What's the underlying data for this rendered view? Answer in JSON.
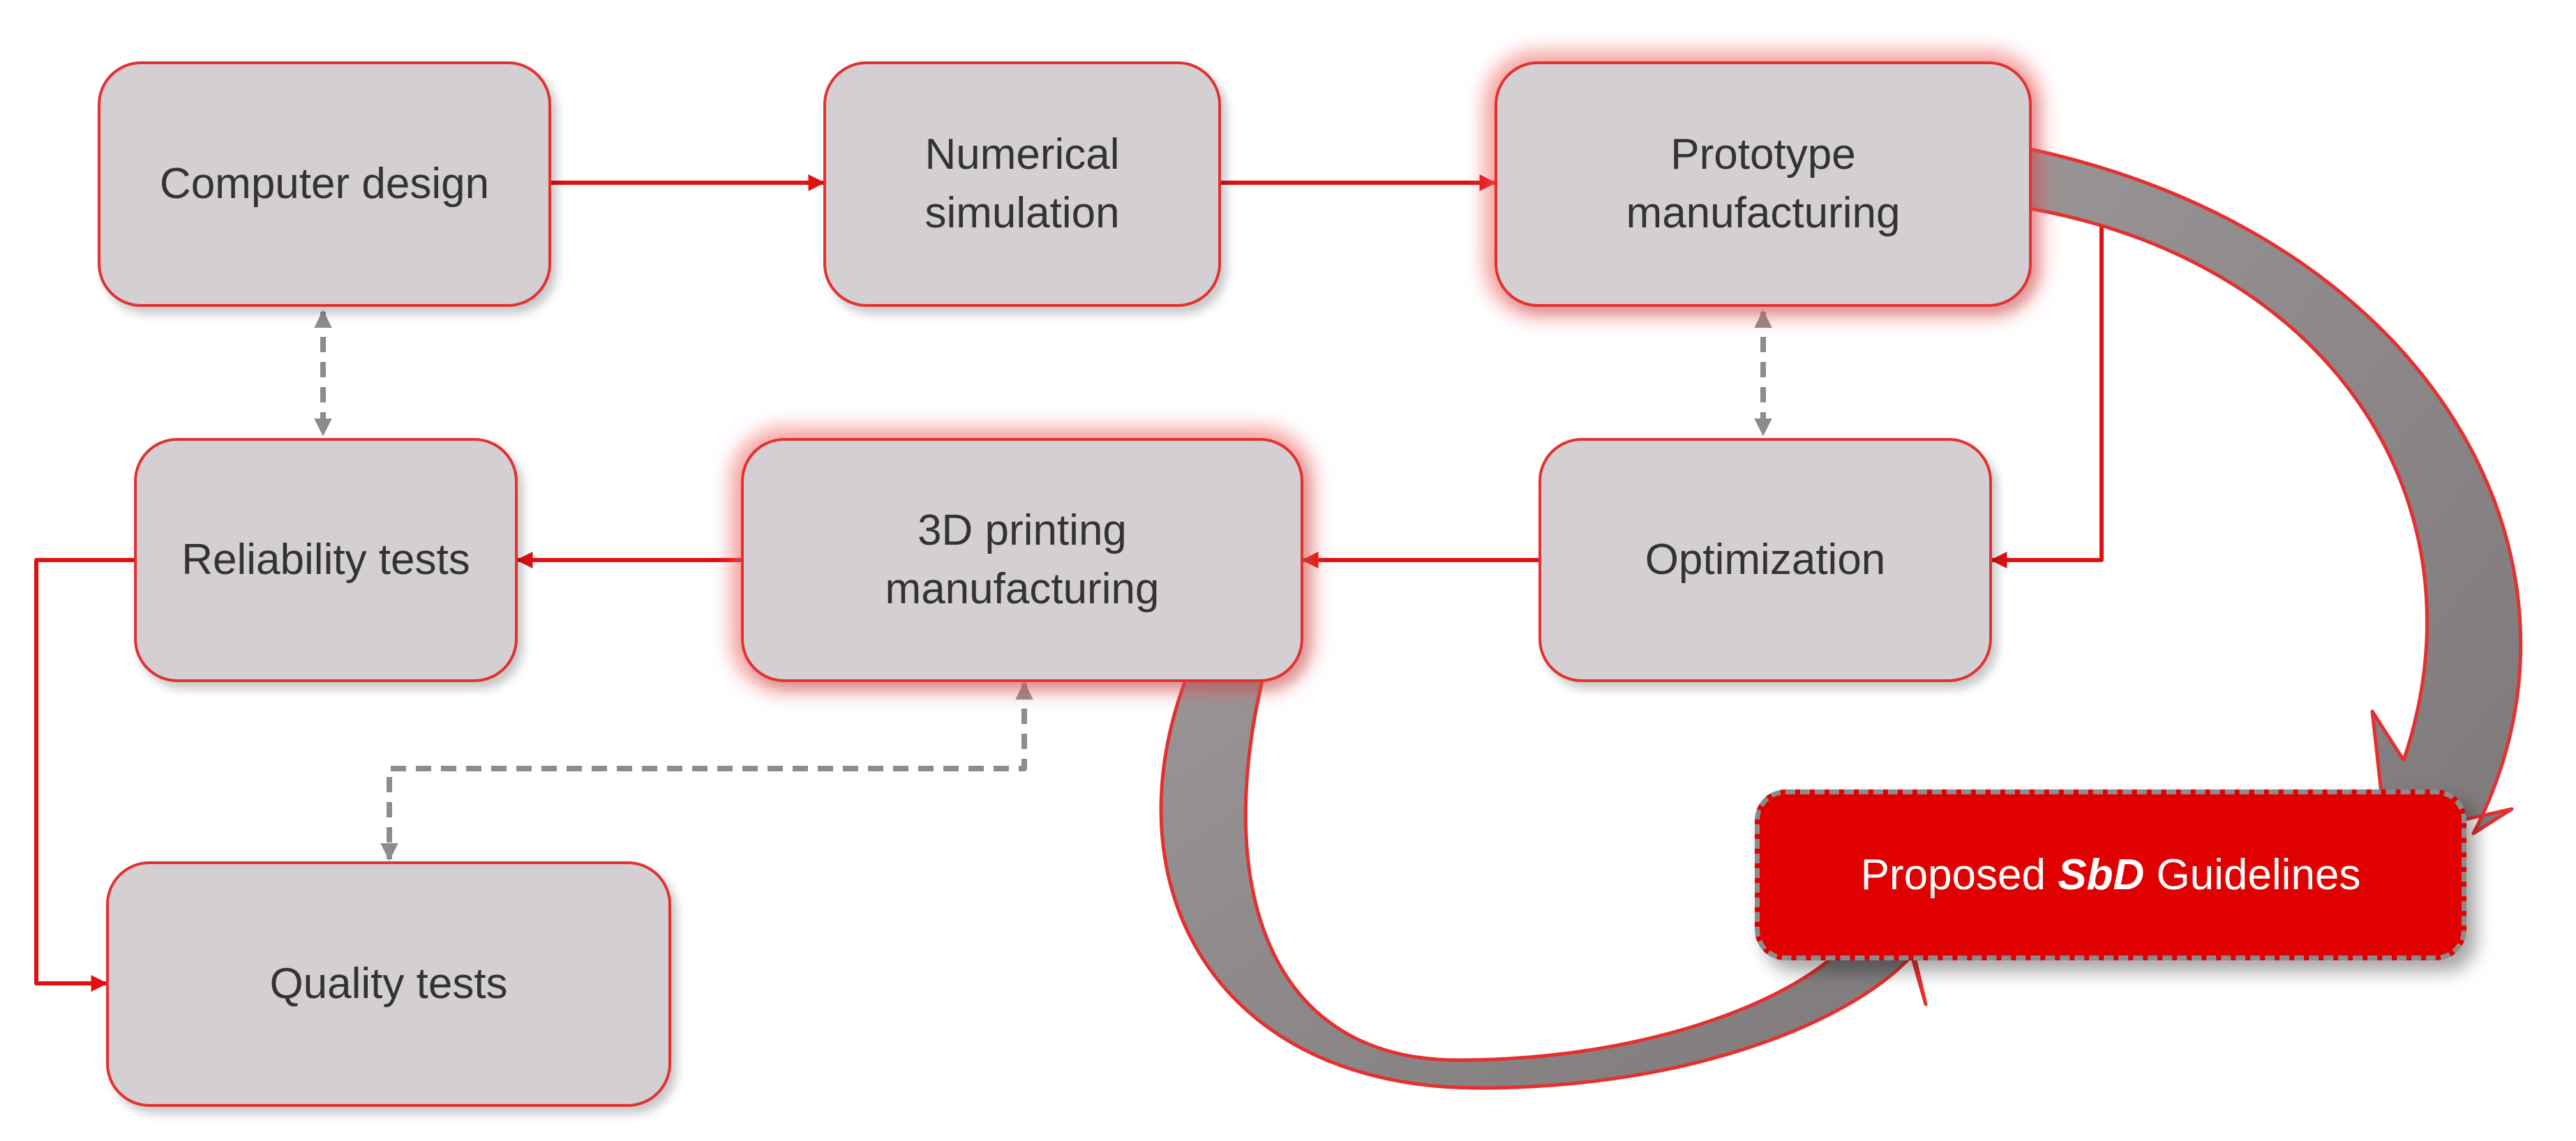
{
  "nodes": {
    "computer_design": "Computer design",
    "numerical_simulation": "Numerical\nsimulation",
    "prototype_manufacturing": "Prototype\nmanufacturing",
    "reliability_tests": "Reliability tests",
    "printing_3d_manufacturing": "3D printing\nmanufacturing",
    "optimization": "Optimization",
    "quality_tests": "Quality tests"
  },
  "guidelines": {
    "prefix": "Proposed ",
    "emphasis": "SbD",
    "suffix": " Guidelines"
  },
  "colors": {
    "box_fill": "#d3cfd2",
    "box_border": "#e53030",
    "arrow_red": "#e01010",
    "dashed_gray": "#8c8c8c",
    "guidelines_fill": "#e10000",
    "curved_arrow_fill": "#8e8a8c"
  }
}
